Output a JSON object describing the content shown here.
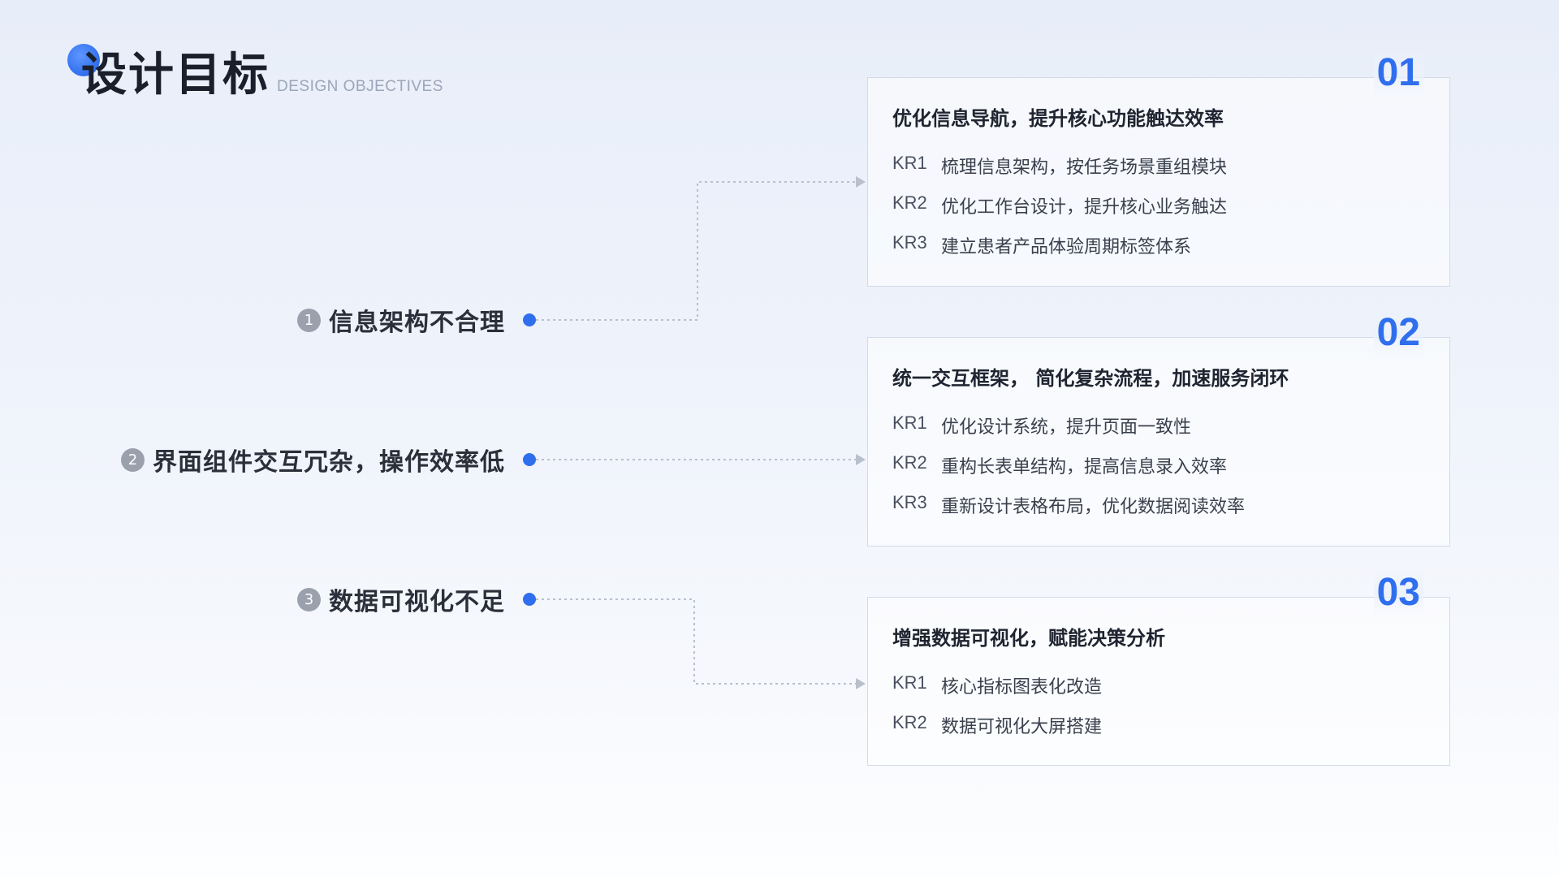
{
  "header": {
    "title": "设计目标",
    "subtitle": "DESIGN OBJECTIVES"
  },
  "problems": [
    {
      "number": "1",
      "label": "信息架构不合理"
    },
    {
      "number": "2",
      "label": "界面组件交互冗杂，操作效率低"
    },
    {
      "number": "3",
      "label": "数据可视化不足"
    }
  ],
  "objectives": [
    {
      "number": "01",
      "heading": "优化信息导航，提升核心功能触达效率",
      "krs": [
        {
          "code": "KR1",
          "text": "梳理信息架构，按任务场景重组模块"
        },
        {
          "code": "KR2",
          "text": "优化工作台设计，提升核心业务触达"
        },
        {
          "code": "KR3",
          "text": "建立患者产品体验周期标签体系"
        }
      ]
    },
    {
      "number": "02",
      "heading": "统一交互框架， 简化复杂流程，加速服务闭环",
      "krs": [
        {
          "code": "KR1",
          "text": "优化设计系统，提升页面一致性"
        },
        {
          "code": "KR2",
          "text": "重构长表单结构，提高信息录入效率"
        },
        {
          "code": "KR3",
          "text": "重新设计表格布局，优化数据阅读效率"
        }
      ]
    },
    {
      "number": "03",
      "heading": "增强数据可视化，赋能决策分析",
      "krs": [
        {
          "code": "KR1",
          "text": "核心指标图表化改造"
        },
        {
          "code": "KR2",
          "text": "数据可视化大屏搭建"
        }
      ]
    }
  ],
  "colors": {
    "accent": "#2f6fee",
    "connector": "#b8c0cc",
    "number_badge": "#9aa1ad"
  }
}
